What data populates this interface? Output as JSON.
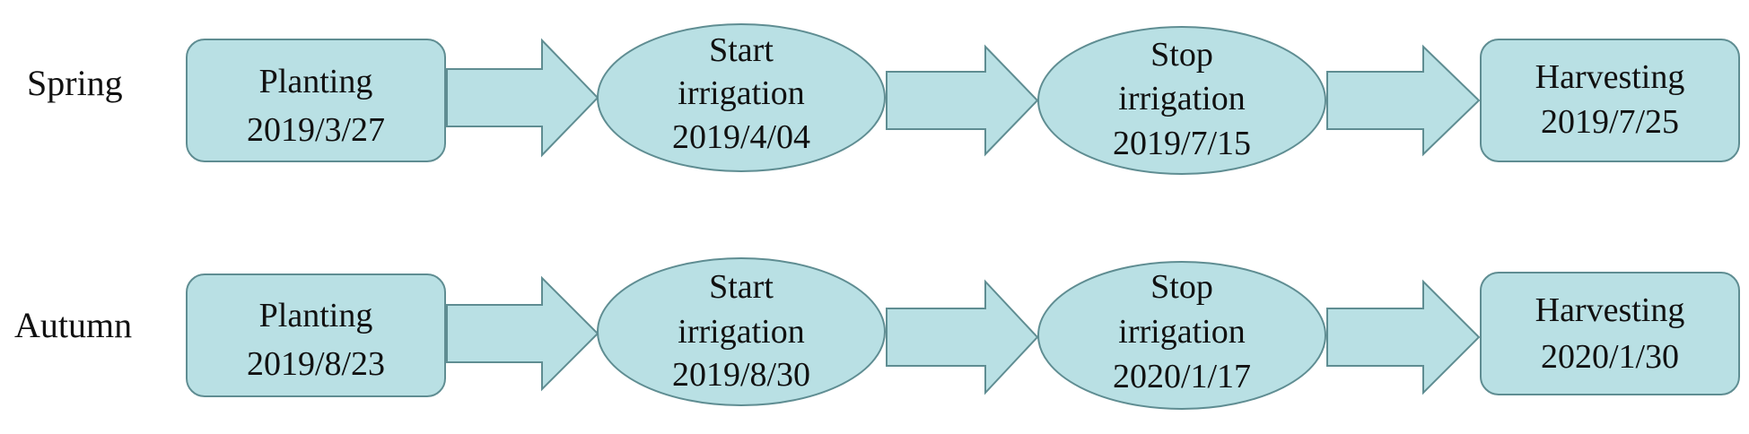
{
  "colors": {
    "node_fill": "#b9e0e4",
    "node_stroke": "#5f8d92",
    "arrow_fill": "#b9e0e4",
    "arrow_stroke": "#5f8d92",
    "text": "#111111"
  },
  "rows": [
    {
      "label": "Spring",
      "steps": [
        {
          "shape": "rounded-rect",
          "lines": [
            "Planting",
            "2019/3/27"
          ]
        },
        {
          "shape": "ellipse",
          "lines": [
            "Start",
            "irrigation",
            "2019/4/04"
          ]
        },
        {
          "shape": "ellipse",
          "lines": [
            "Stop",
            "irrigation",
            "2019/7/15"
          ]
        },
        {
          "shape": "rounded-rect",
          "lines": [
            "Harvesting",
            "2019/7/25"
          ]
        }
      ]
    },
    {
      "label": "Autumn",
      "steps": [
        {
          "shape": "rounded-rect",
          "lines": [
            "Planting",
            "2019/8/23"
          ]
        },
        {
          "shape": "ellipse",
          "lines": [
            "Start",
            "irrigation",
            "2019/8/30"
          ]
        },
        {
          "shape": "ellipse",
          "lines": [
            "Stop",
            "irrigation",
            "2020/1/17"
          ]
        },
        {
          "shape": "rounded-rect",
          "lines": [
            "Harvesting",
            "2020/1/30"
          ]
        }
      ]
    }
  ]
}
